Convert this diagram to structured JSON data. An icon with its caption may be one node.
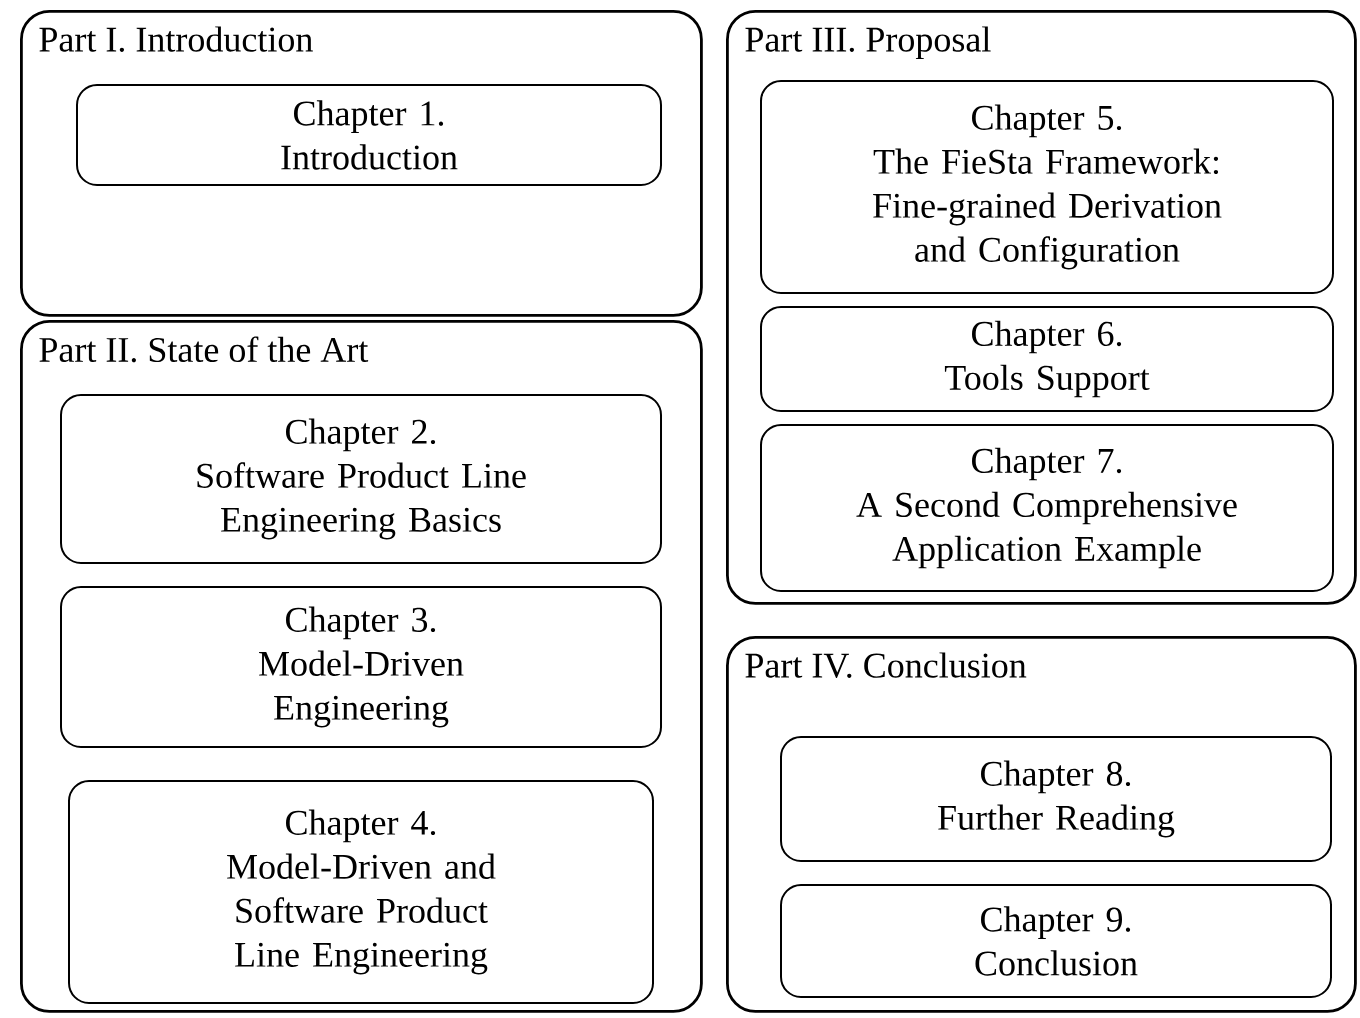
{
  "diagram": {
    "nodes": [
      {
        "text": [
          "Part I. Introduction"
        ]
      },
      {
        "text": [
          "Chapter 1.",
          "Introduction"
        ],
        "in": 0
      },
      {
        "text": [
          "Part II. State of the Art"
        ]
      },
      {
        "text": [
          "Chapter 2.",
          "Software Product Line Engineering Basics"
        ],
        "in": 2
      },
      {
        "text": [
          "Chapter 3.",
          "Model-Driven Engineering"
        ],
        "in": 2
      },
      {
        "text": [
          "Chapter 4.",
          "Model-Driven and Software Product Line Engineering"
        ],
        "in": 2
      },
      {
        "text": [
          "Part III. Proposal"
        ]
      },
      {
        "text": [
          "Chapter 5.",
          "The FieSta Framework: Fine-grained Derivation and Configuration"
        ],
        "in": 6
      },
      {
        "text": [
          "Chapter 6.",
          "Tools Support"
        ],
        "in": 6
      },
      {
        "text": [
          "Chapter 7.",
          "A Second Comprehensive Application Example"
        ],
        "in": 6
      },
      {
        "text": [
          "Part IV. Conclusion"
        ]
      },
      {
        "text": [
          "Chapter 8.",
          "Further Reading"
        ],
        "in": 10
      },
      {
        "text": [
          "Chapter 9.",
          "Conclusion"
        ],
        "in": 10
      }
    ]
  }
}
